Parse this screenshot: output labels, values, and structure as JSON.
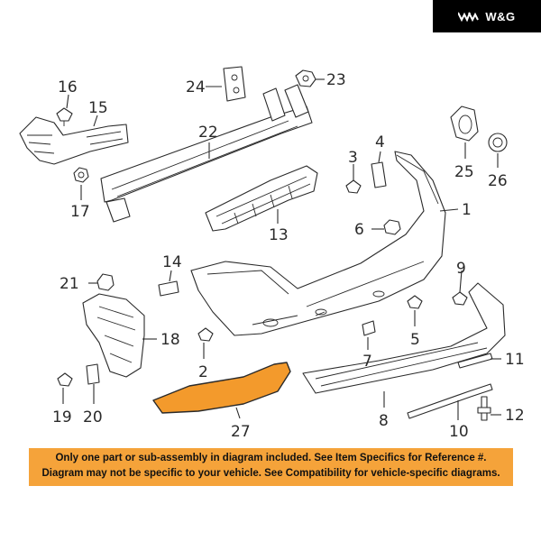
{
  "brand": {
    "name": "W&G",
    "icon": "wg-logo-icon"
  },
  "callouts": [
    "1",
    "2",
    "3",
    "4",
    "5",
    "6",
    "7",
    "8",
    "9",
    "10",
    "11",
    "12",
    "13",
    "14",
    "15",
    "16",
    "17",
    "18",
    "19",
    "20",
    "21",
    "22",
    "23",
    "24",
    "25",
    "26",
    "27"
  ],
  "highlight": {
    "part": "27",
    "color": "#f39a2c"
  },
  "disclaimer": {
    "line1": "Only one part or sub-assembly in diagram included. See Item Specifics for Reference #.",
    "line2": "Diagram may not be specific to your vehicle. See Compatibility for vehicle-specific diagrams.",
    "background": "#f5a33a"
  }
}
